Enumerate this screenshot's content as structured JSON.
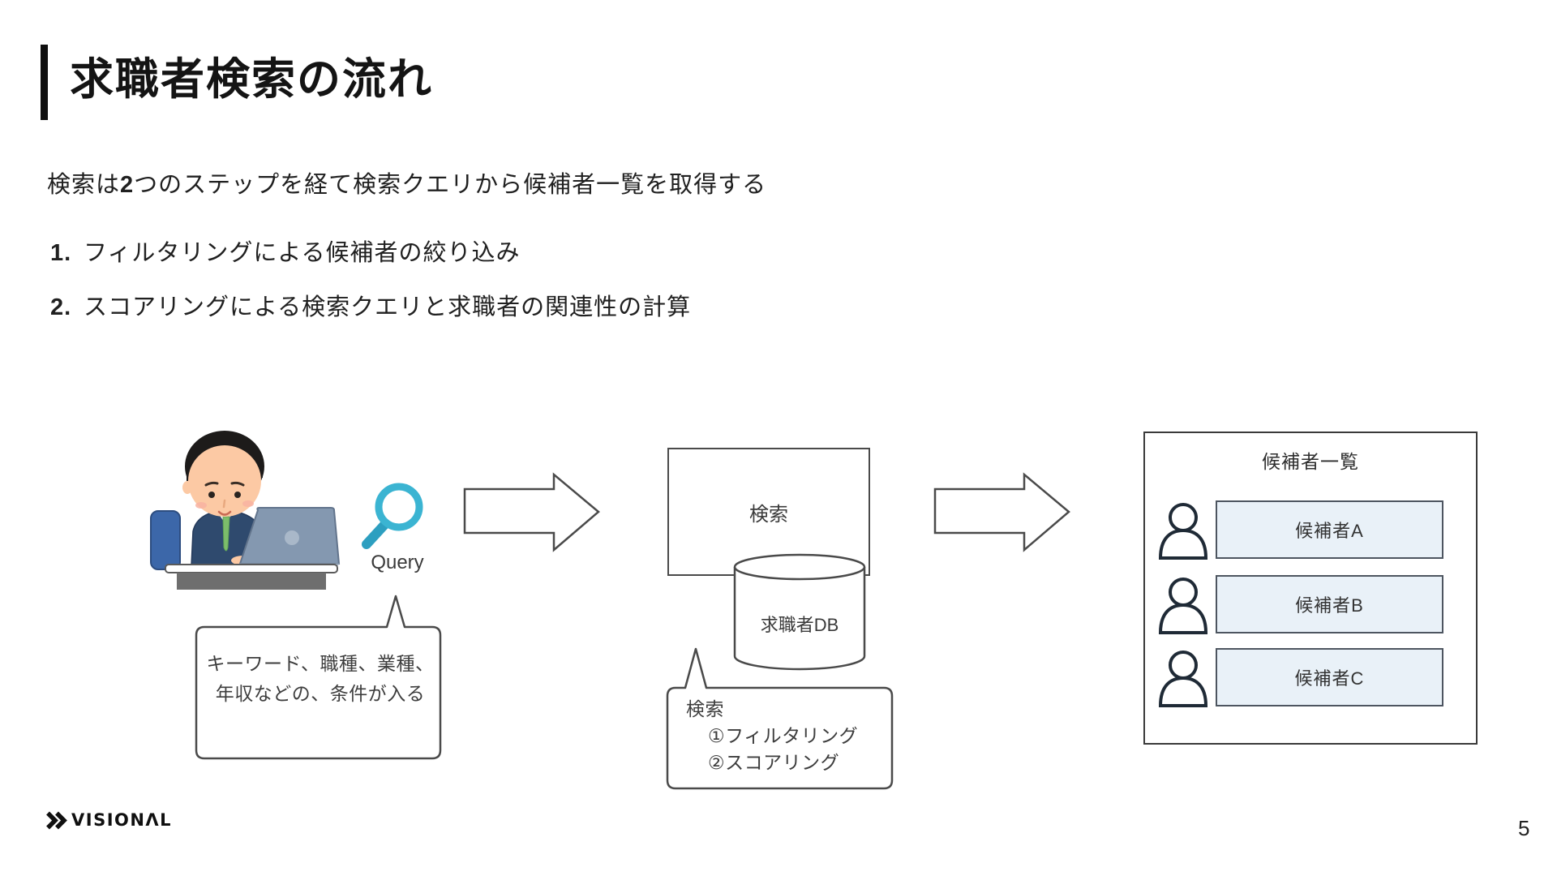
{
  "slide": {
    "title": "求職者検索の流れ",
    "subtitle": {
      "prefix": "検索は",
      "emphasis": "2",
      "suffix": "つのステップを経て検索クエリから候補者一覧を取得する"
    },
    "steps": [
      {
        "number": "1.",
        "text": "フィルタリングによる候補者の絞り込み"
      },
      {
        "number": "2.",
        "text": "スコアリングによる検索クエリと求職者の関連性の計算"
      }
    ],
    "page_number": "5"
  },
  "diagram": {
    "query_label": "Query",
    "query_bubble": {
      "line1": "キーワード、職種、業種、",
      "line2": "年収などの、条件が入る"
    },
    "search_box_label": "検索",
    "db_label": "求職者DB",
    "search_bubble": {
      "line1": "検索",
      "line2": "①フィルタリング",
      "line3": "②スコアリング"
    },
    "candidates": {
      "title": "候補者一覧",
      "items": [
        {
          "label": "候補者A"
        },
        {
          "label": "候補者B"
        },
        {
          "label": "候補者C"
        }
      ]
    }
  },
  "footer": {
    "logo_text": "VISIONΛL"
  },
  "colors": {
    "magnifier_teal": "#3bb4d2",
    "magnifier_handle": "#2d9fc0",
    "outline_gray": "#4a4a4a",
    "candidate_box_fill": "#e9f1f8",
    "suit_navy": "#2f4a6e",
    "tie_green": "#7cbd6b",
    "desk_gray": "#6e6e6e",
    "logo_black": "#101010"
  }
}
